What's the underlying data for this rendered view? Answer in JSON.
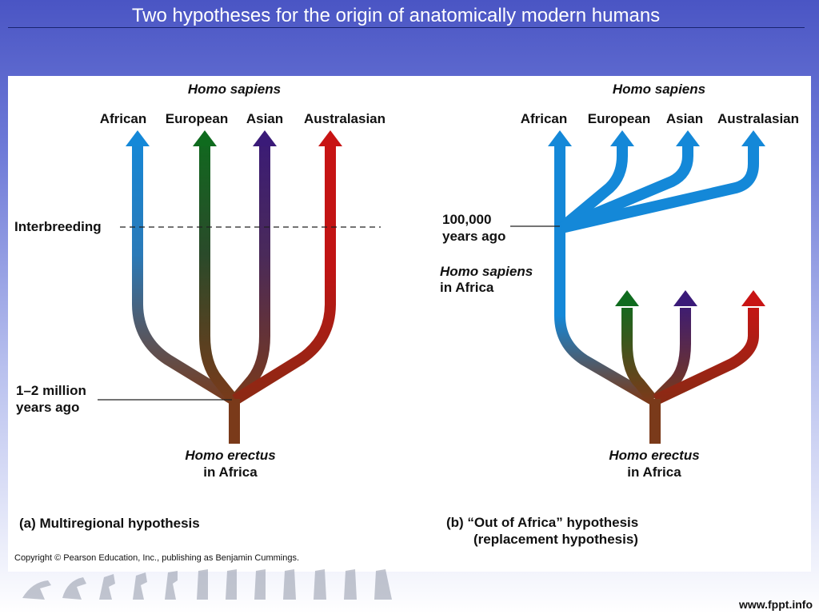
{
  "slide": {
    "title": "Two hypotheses for the origin of anatomically modern humans",
    "footer_url": "www.fppt.info"
  },
  "panel_a": {
    "top_label": "Homo sapiens",
    "lineages": [
      "African",
      "European",
      "Asian",
      "Australasian"
    ],
    "interbreeding_label": "Interbreeding",
    "time_label_line1": "1–2 million",
    "time_label_line2": "years ago",
    "root_label_line1": "Homo erectus",
    "root_label_line2": "in Africa",
    "caption": "(a) Multiregional hypothesis"
  },
  "panel_b": {
    "top_label": "Homo sapiens",
    "lineages": [
      "African",
      "European",
      "Asian",
      "Australasian"
    ],
    "time_label_line1": "100,000",
    "time_label_line2": "years ago",
    "sapiens_label_line1": "Homo sapiens",
    "sapiens_label_line2": "in Africa",
    "root_label_line1": "Homo erectus",
    "root_label_line2": "in Africa",
    "caption_line1": "(b) “Out of Africa” hypothesis",
    "caption_line2": "(replacement hypothesis)"
  },
  "copyright": "Copyright © Pearson Education, Inc., publishing as Benjamin Cummings.",
  "colors": {
    "african": "#1488d8",
    "european": "#0f6b1e",
    "asian": "#3a1a78",
    "australasian": "#c81414",
    "trunk": "#7a3a1a"
  }
}
